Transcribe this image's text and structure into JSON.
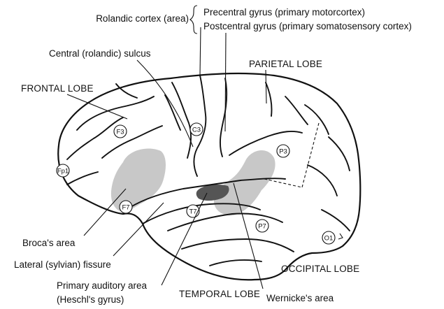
{
  "labels": {
    "rolandic_cortex": "Rolandic cortex (area)",
    "precentral_gyrus": "Precentral gyrus (primary motorcortex)",
    "postcentral_gyrus": "Postcentral gyrus (primary somatosensory cortex)",
    "central_sulcus": "Central (rolandic) sulcus",
    "brocas_area": "Broca's area",
    "lateral_fissure": "Lateral (sylvian) fissure",
    "primary_auditory_line1": "Primary auditory area",
    "primary_auditory_line2": "(Heschl's gyrus)",
    "wernickes_area": "Wernicke's area"
  },
  "lobes": {
    "frontal": "FRONTAL LOBE",
    "parietal": "PARIETAL LOBE",
    "temporal": "TEMPORAL LOBE",
    "occipital": "OCCIPITAL LOBE"
  },
  "electrodes": {
    "fp1": "Fp1",
    "f3": "F3",
    "f7": "F7",
    "c3": "C3",
    "t7": "T7",
    "p3": "P3",
    "p7": "P7",
    "o1": "O1"
  },
  "colors": {
    "region_fill": "#c8c8c8",
    "auditory_fill": "#555555",
    "line": "#111111",
    "background": "#ffffff"
  }
}
